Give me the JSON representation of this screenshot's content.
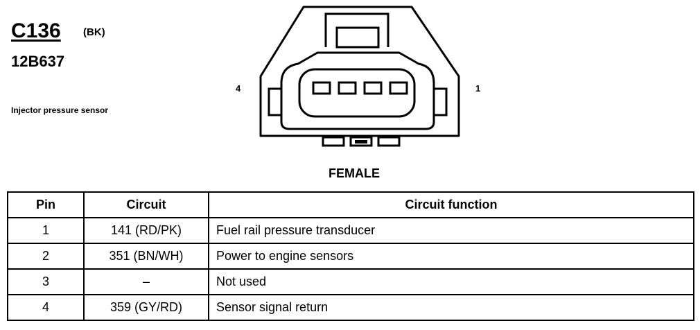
{
  "connector": {
    "id": "C136",
    "color": "(BK)",
    "part_number": "12B637",
    "component": "Injector pressure sensor",
    "pin_left_label": "4",
    "pin_right_label": "1",
    "gender": "FEMALE"
  },
  "table": {
    "headers": [
      "Pin",
      "Circuit",
      "Circuit function"
    ],
    "rows": [
      [
        "1",
        "141 (RD/PK)",
        "Fuel rail pressure transducer"
      ],
      [
        "2",
        "351 (BN/WH)",
        "Power to engine sensors"
      ],
      [
        "3",
        "–",
        "Not used"
      ],
      [
        "4",
        "359 (GY/RD)",
        "Sensor signal return"
      ]
    ]
  }
}
